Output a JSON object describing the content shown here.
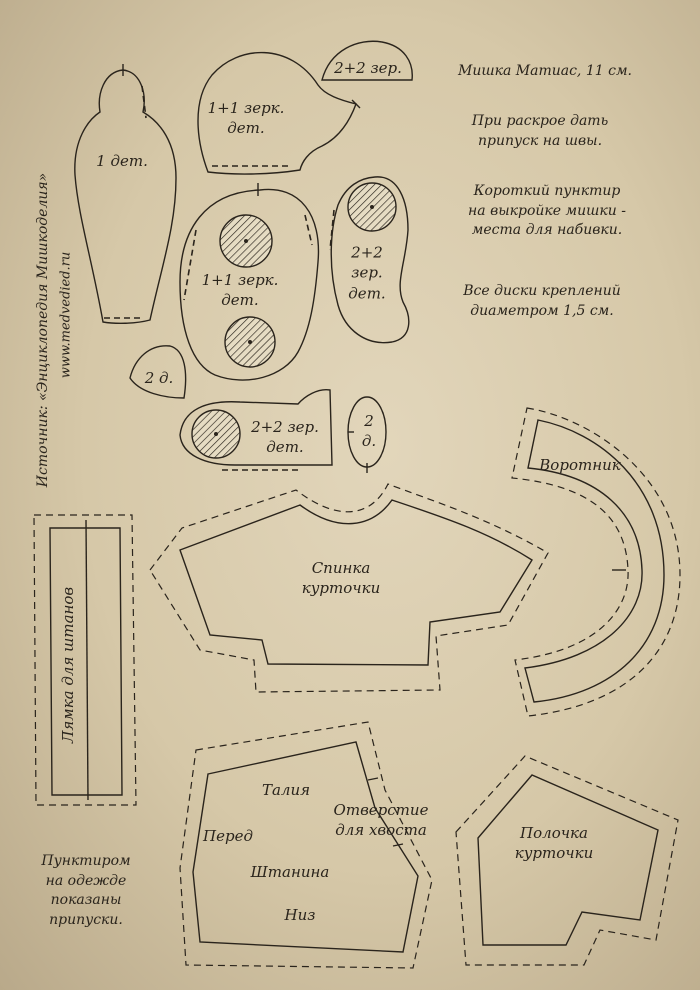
{
  "sheet": {
    "notes": {
      "title": "Мишка Матиас, 11 см.",
      "seam_allowance": [
        "При раскрое дать",
        "припуск на швы."
      ],
      "stuffing": [
        "Короткий пунктир",
        "на выкройке мишки -",
        "места для набивки."
      ],
      "disks": [
        "Все диски креплений",
        "диаметром 1,5 см."
      ],
      "clothing": [
        "Пунктиром",
        "на одежде",
        "показаны",
        "припуски."
      ]
    },
    "source": {
      "credit": "Источник: «Энциклопедия Мишкоделия»",
      "site": "www.medvedied.ru"
    },
    "pieces": {
      "body": "1 дет.",
      "head_side": [
        "1+1 зерк.",
        "дет."
      ],
      "ear": "2+2 зер.",
      "torso": [
        "1+1 зерк.",
        "дет."
      ],
      "arm": [
        "2+2",
        "зер.",
        "дет."
      ],
      "sole_small": "2 д.",
      "leg": [
        "2+2 зер.",
        "дет."
      ],
      "sole_oval": [
        "2",
        "д."
      ],
      "collar": "Воротник",
      "jacket_back": [
        "Спинка",
        "курточки"
      ],
      "pants_strap": "Лямка для штанов",
      "pants": {
        "waist": "Талия",
        "front": "Перед",
        "leg": "Штанина",
        "hem": "Низ",
        "tail": [
          "Отверстие",
          "для хвоста"
        ]
      },
      "jacket_front": [
        "Полочка",
        "курточки"
      ]
    }
  }
}
